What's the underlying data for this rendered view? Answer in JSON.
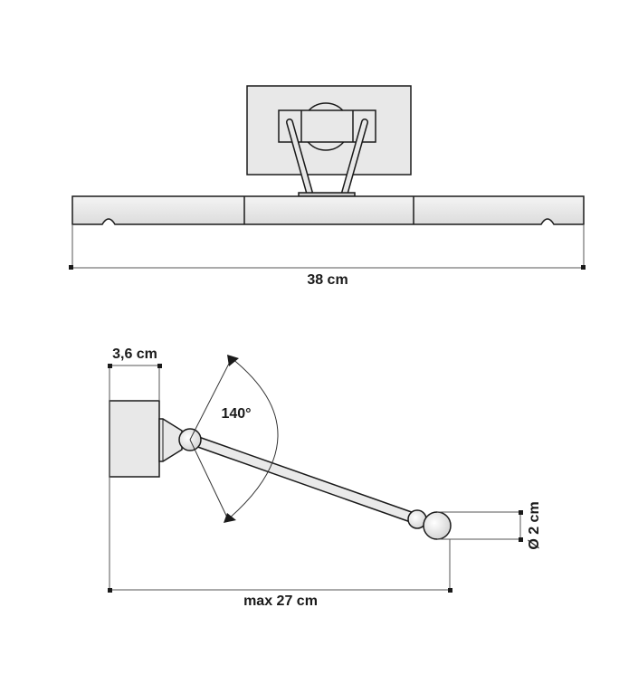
{
  "top_view": {
    "width_label": "38 cm"
  },
  "side_view": {
    "depth_label": "3,6 cm",
    "angle_label": "140°",
    "diameter_label": "Ø 2 cm",
    "reach_label": "max 27 cm"
  },
  "colors": {
    "line": "#1a1a1a",
    "fill": "#e6e6e6",
    "dim": "#555555"
  }
}
